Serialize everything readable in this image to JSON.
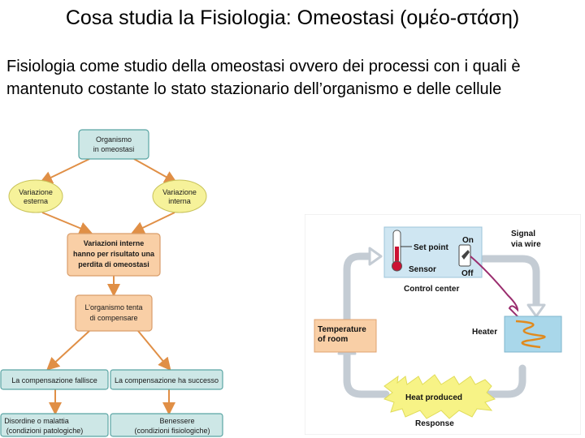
{
  "page": {
    "title": "Cosa studia la Fisiologia: Omeostasi  (oμέο-στάση)",
    "intro": "Fisiologia come studio della omeostasi ovvero dei processi con i quali è mantenuto costante lo stato stazionario dell’organismo e delle cellule"
  },
  "flowchart": {
    "organism_line1": "Organismo",
    "organism_line2": "in omeostasi",
    "external_line1": "Variazione",
    "external_line2": "esterna",
    "internal_line1": "Variazione",
    "internal_line2": "interna",
    "loss_line1": "Variazioni interne",
    "loss_line2": "hanno per risultato una",
    "loss_line3": "perdita di omeostasi",
    "attempt_line1": "L’organismo tenta",
    "attempt_line2": "di compensare",
    "fail": "La compensazione fallisce",
    "success": "La compensazione ha successo",
    "disease_line1": "Disordine o malattia",
    "disease_line2": "(condizioni patologiche)",
    "wellbeing_line1": "Benessere",
    "wellbeing_line2": "(condizioni fisiologiche)"
  },
  "thermostat": {
    "set_point": "Set point",
    "sensor": "Sensor",
    "on": "On",
    "off": "Off",
    "control_center": "Control center",
    "signal_line1": "Signal",
    "signal_line2": "via wire",
    "heater": "Heater",
    "temp_line1": "Temperature",
    "temp_line2": "of room",
    "heat_produced": "Heat produced",
    "response": "Response"
  },
  "colors": {
    "teal_box": "#cde7e6",
    "teal_border": "#5aa5a4",
    "yellow": "#f6f29a",
    "peach": "#f9cfa6",
    "flow_arrow": "#e08f46",
    "loop_arrow": "#c4ccd4",
    "control_bg": "#cfe6f2",
    "heater_bg": "#a9d7ea",
    "thermo_red": "#cc1133"
  }
}
